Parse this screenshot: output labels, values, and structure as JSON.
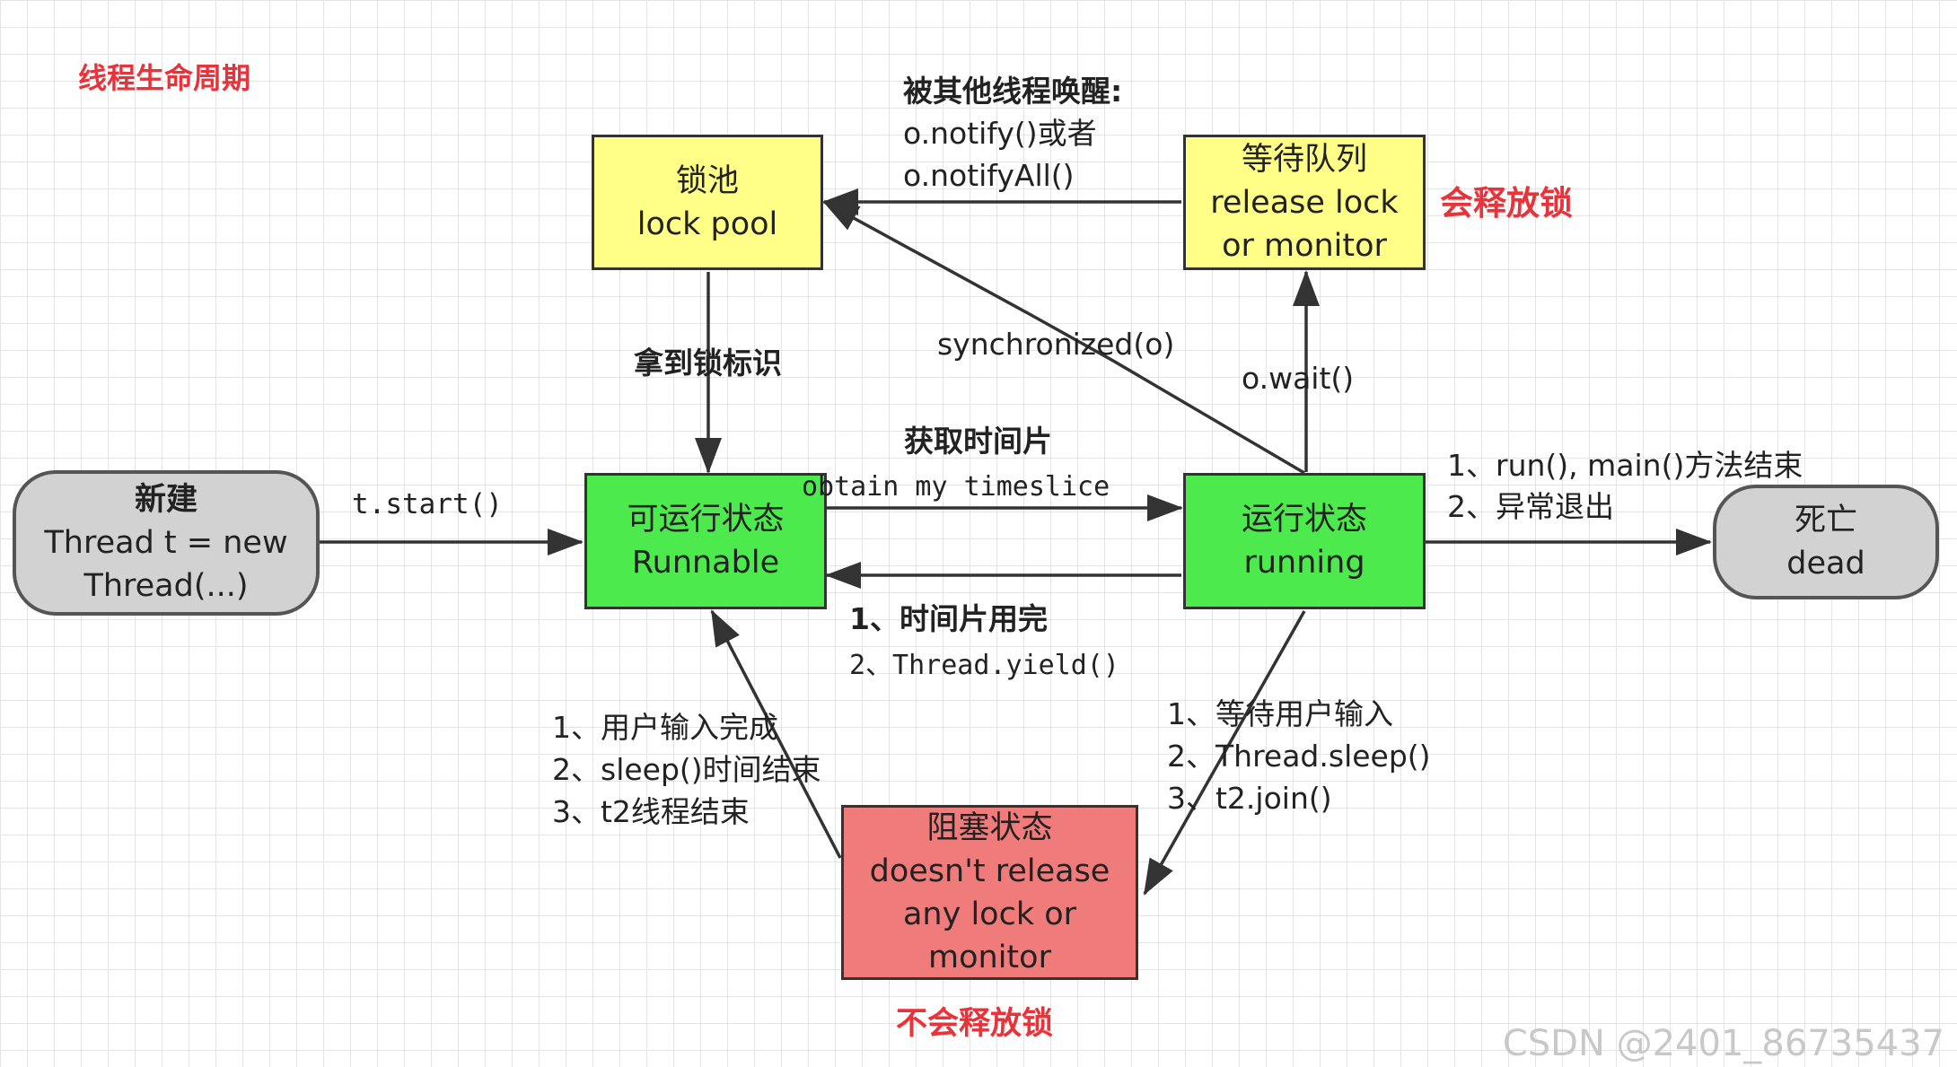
{
  "title": "线程生命周期",
  "nodes": {
    "new": [
      "新建",
      "Thread t = new",
      "Thread(...)"
    ],
    "lock_pool": [
      "锁池",
      "lock pool"
    ],
    "wait_queue": [
      "等待队列",
      "release lock",
      "or monitor"
    ],
    "runnable": [
      "可运行状态",
      "Runnable"
    ],
    "running": [
      "运行状态",
      "running"
    ],
    "dead": [
      "死亡",
      "dead"
    ],
    "blocked": [
      "阻塞状态",
      "doesn't release",
      "any lock or",
      "monitor"
    ]
  },
  "labels": {
    "start": "t.start()",
    "notify": [
      "被其他线程唤醒:",
      "o.notify()或者",
      "o.notifyAll()"
    ],
    "release_lock": "会释放锁",
    "get_lock_flag": "拿到锁标识",
    "synchronized": "synchronized(o)",
    "wait": "o.wait()",
    "get_timeslice_cn": "获取时间片",
    "get_timeslice_en": "obtain my timeslice",
    "end": [
      "1、run(), main()方法结束",
      "2、异常退出"
    ],
    "timeslice_done": [
      "1、时间片用完",
      "2、Thread.yield()"
    ],
    "unblock": [
      "1、用户输入完成",
      "2、sleep()时间结束",
      "3、t2线程结束"
    ],
    "block": [
      "1、等待用户输入",
      "2、Thread.sleep()",
      "3、t2.join()"
    ],
    "no_release_lock": "不会释放锁"
  },
  "watermark": "CSDN @2401_86735437",
  "colors": {
    "lock_pool": "#ffff88",
    "wait_queue": "#ffff88",
    "runnable": "#4dea4d",
    "running": "#4dea4d",
    "blocked": "#f07b7b",
    "terminal": "#d2d2d2",
    "annotation_red": "#e8333a"
  }
}
